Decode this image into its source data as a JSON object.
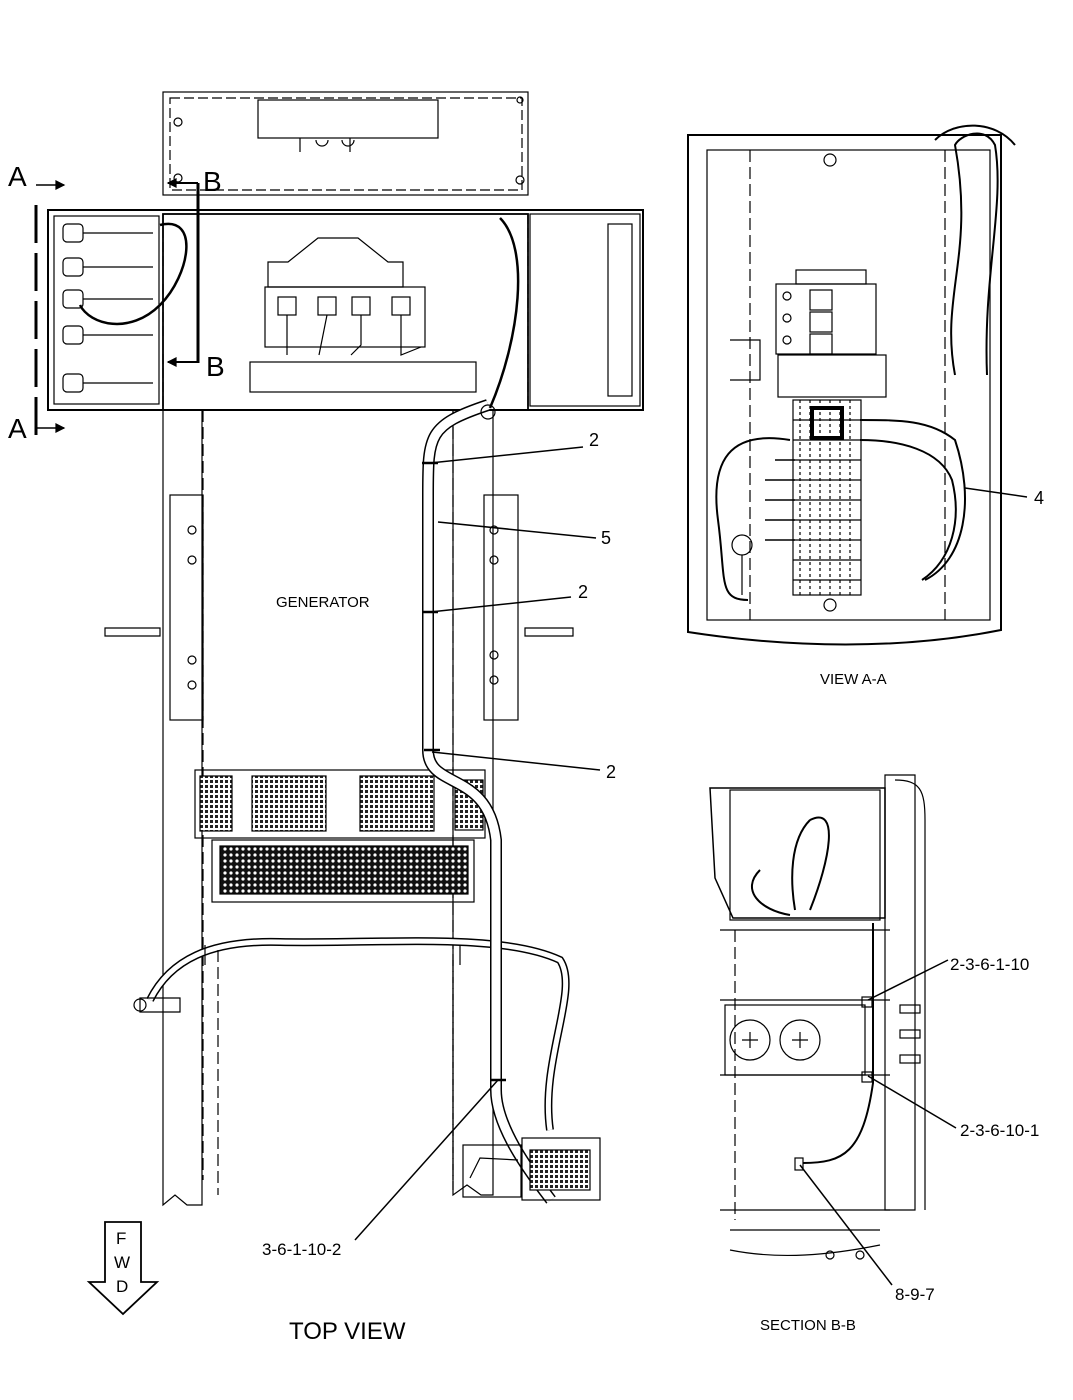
{
  "section_markers": {
    "a_top": "A",
    "a_bottom": "A",
    "b_top": "B",
    "b_bottom": "B"
  },
  "top_view": {
    "title": "TOP VIEW",
    "generator_label": "GENERATOR",
    "callouts": {
      "clip_1": "2",
      "cable": "5",
      "clip_2": "2",
      "clip_3": "2",
      "ref": "3-6-1-10-2"
    },
    "fwd_arrow": [
      "F",
      "W",
      "D"
    ]
  },
  "view_aa": {
    "title": "VIEW  A-A",
    "callout": "4"
  },
  "section_bb": {
    "title": "SECTION  B-B",
    "callouts": {
      "ref_1": "2-3-6-1-10",
      "ref_2": "2-3-6-10-1",
      "ref_3": "8-9-7"
    }
  }
}
